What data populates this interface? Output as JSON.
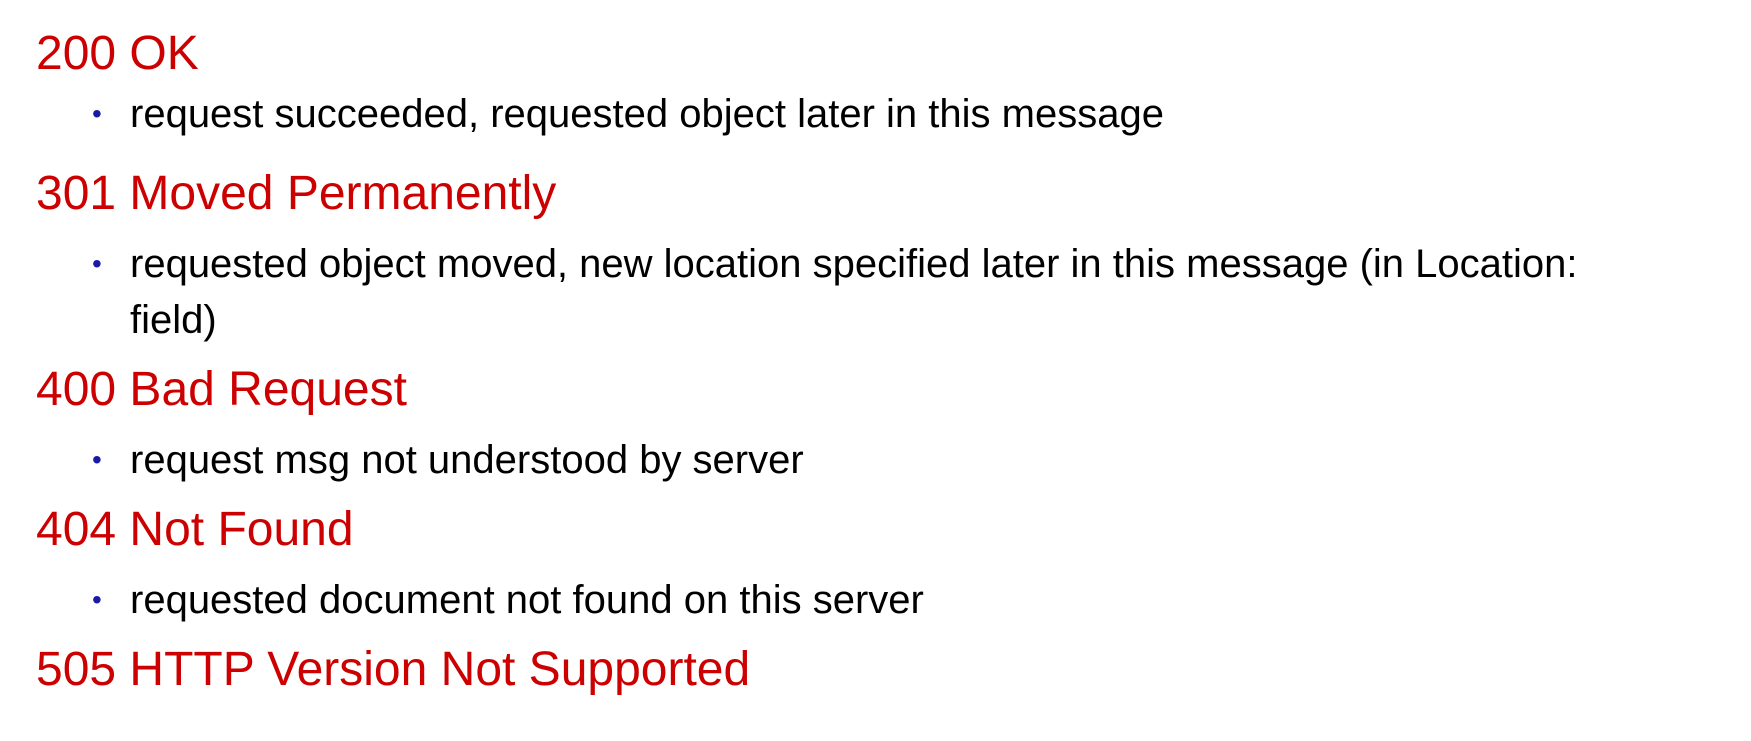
{
  "status_codes": [
    {
      "heading": "200 OK",
      "description": "request succeeded, requested object later in this message"
    },
    {
      "heading": "301 Moved Permanently",
      "description": "requested object moved, new location specified later in this message (in Location: field)"
    },
    {
      "heading": "400 Bad Request",
      "description": "request msg not understood by server"
    },
    {
      "heading": "404 Not Found",
      "description": "requested document not found on this server"
    },
    {
      "heading": "505 HTTP Version Not Supported",
      "description": ""
    }
  ],
  "bullet_glyph": "•",
  "colors": {
    "heading": "#cc0000",
    "bullet": "#1a1aa6",
    "body_text": "#000000"
  }
}
